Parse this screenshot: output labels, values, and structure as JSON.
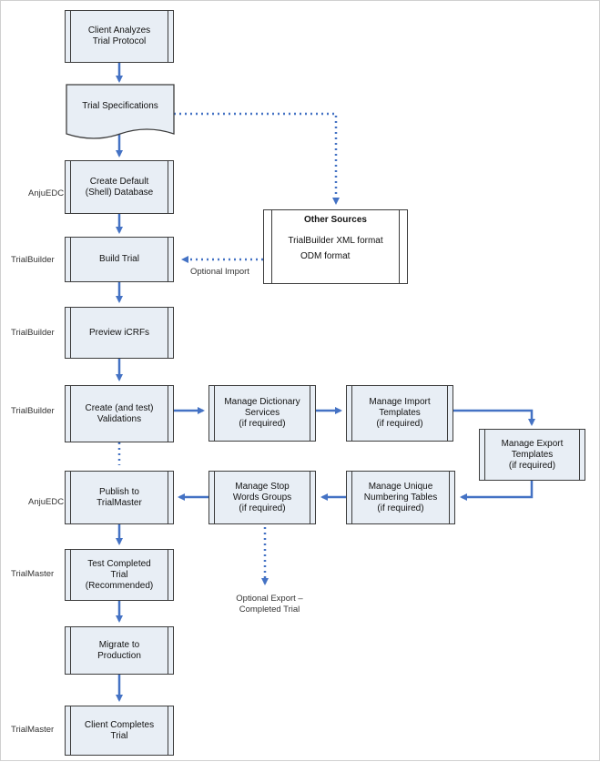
{
  "steps": {
    "analyze": "Client Analyzes\nTrial Protocol",
    "specs": "Trial Specifications",
    "create_db": "Create Default\n(Shell) Database",
    "build": "Build Trial",
    "preview": "Preview iCRFs",
    "validations": "Create (and test)\nValidations",
    "dictionary": "Manage Dictionary\nServices\n(if required)",
    "import_templates": "Manage Import\nTemplates\n(if required)",
    "export_templates": "Manage Export\nTemplates\n(if required)",
    "unique_tables": "Manage Unique\nNumbering Tables\n(if required)",
    "stop_words": "Manage Stop\nWords Groups\n(if required)",
    "publish": "Publish to\nTrialMaster",
    "test": "Test Completed\nTrial\n(Recommended)",
    "migrate": "Migrate to\nProduction",
    "complete": "Client Completes\nTrial"
  },
  "other_sources": {
    "title": "Other Sources",
    "line1": "TrialBuilder XML format",
    "line2": "ODM format"
  },
  "notes": {
    "optional_import": "Optional Import",
    "optional_export": "Optional Export –\nCompleted Trial"
  },
  "side_labels": {
    "create_db": "AnjuEDC",
    "build": "TrialBuilder",
    "preview": "TrialBuilder",
    "validations": "TrialBuilder",
    "publish": "AnjuEDC",
    "test": "TrialMaster",
    "complete": "TrialMaster"
  },
  "colors": {
    "arrow": "#4472c4",
    "box_fill": "#e8eef5",
    "border": "#3c3c3c"
  }
}
